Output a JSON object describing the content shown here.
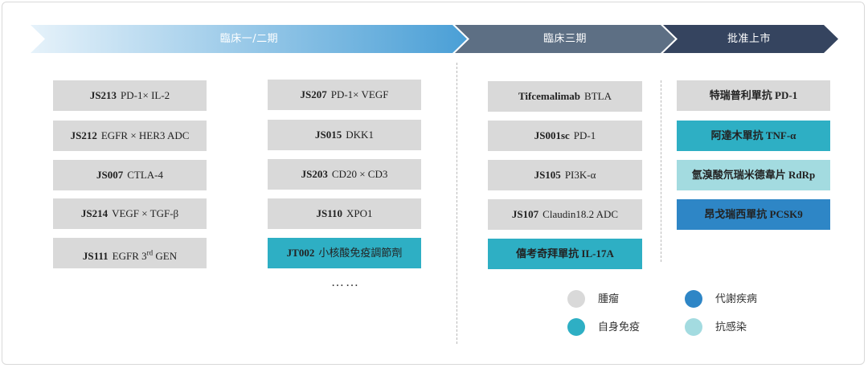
{
  "phases": [
    {
      "label": "臨床一/二期"
    },
    {
      "label": "臨床三期"
    },
    {
      "label": "批准上市"
    }
  ],
  "colors": {
    "tumor": "#d9d9d9",
    "autoimmune": "#2eafc4",
    "metabolic": "#2e86c6",
    "anti_infection": "#a3dbe0",
    "phase1_gradient_start": "#e6f2fa",
    "phase1_gradient_end": "#4a9fd6",
    "phase3": "#5d6f84",
    "approved": "#35445f"
  },
  "columns": {
    "phase12_left": [
      {
        "code": "JS213",
        "desc": "PD-1× IL-2",
        "category": "tumor"
      },
      {
        "code": "JS212",
        "desc": "EGFR × HER3 ADC",
        "category": "tumor"
      },
      {
        "code": "JS007",
        "desc": "CTLA-4",
        "category": "tumor"
      },
      {
        "code": "JS214",
        "desc": "VEGF × TGF-β",
        "category": "tumor"
      },
      {
        "code": "JS111",
        "desc": "EGFR 3rd GEN",
        "category": "tumor"
      }
    ],
    "phase12_right": [
      {
        "code": "JS207",
        "desc": "PD-1× VEGF",
        "category": "tumor"
      },
      {
        "code": "JS015",
        "desc": "DKK1",
        "category": "tumor"
      },
      {
        "code": "JS203",
        "desc": "CD20 × CD3",
        "category": "tumor"
      },
      {
        "code": "JS110",
        "desc": "XPO1",
        "category": "tumor"
      },
      {
        "code": "JT002",
        "desc": "小核酸免疫調節劑",
        "category": "autoimmune"
      }
    ],
    "phase3": [
      {
        "code": "Tifcemalimab",
        "desc": "BTLA",
        "category": "tumor"
      },
      {
        "code": "JS001sc",
        "desc": "PD-1",
        "category": "tumor"
      },
      {
        "code": "JS105",
        "desc": "PI3K-α",
        "category": "tumor"
      },
      {
        "code": "JS107",
        "desc": "Claudin18.2 ADC",
        "category": "tumor"
      },
      {
        "code": "",
        "desc": "僖考奇拜單抗 IL-17A",
        "category": "autoimmune"
      }
    ],
    "approved": [
      {
        "code": "",
        "desc": "特瑞普利單抗 PD-1",
        "category": "tumor"
      },
      {
        "code": "",
        "desc": "阿達木單抗 TNF-α",
        "category": "autoimmune"
      },
      {
        "code": "",
        "desc": "氫溴酸氘瑞米德韋片 RdRp",
        "category": "anti_infection"
      },
      {
        "code": "",
        "desc": "昂戈瑞西單抗 PCSK9",
        "category": "metabolic"
      }
    ]
  },
  "ellipsis": "……",
  "legend": [
    {
      "label": "腫瘤",
      "category": "tumor"
    },
    {
      "label": "代謝疾病",
      "category": "metabolic"
    },
    {
      "label": "自身免疫",
      "category": "autoimmune"
    },
    {
      "label": "抗感染",
      "category": "anti_infection"
    }
  ]
}
